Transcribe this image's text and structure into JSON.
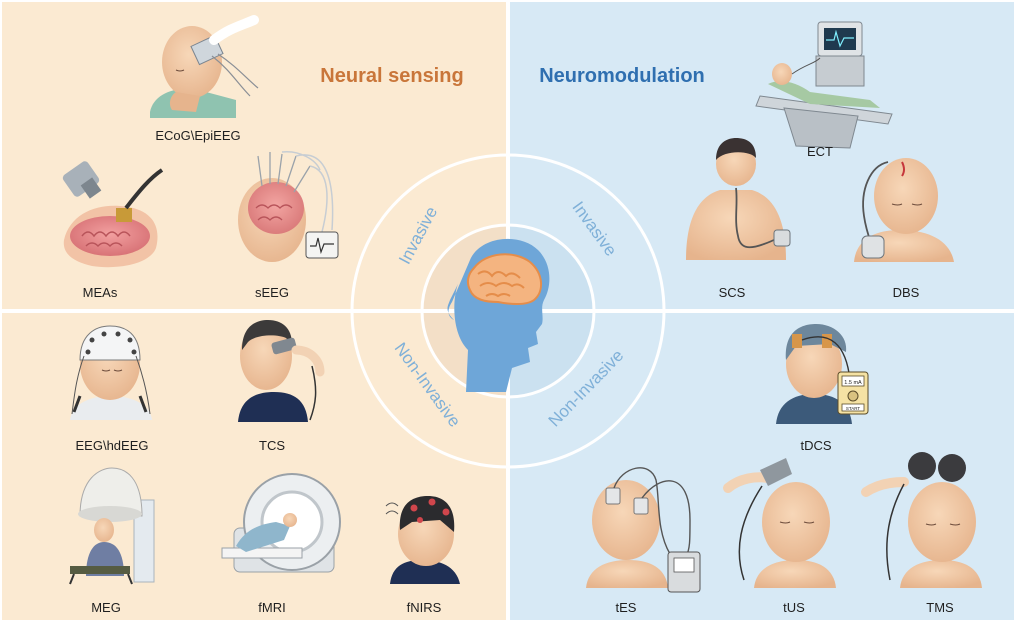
{
  "colors": {
    "sensing_bg": "#fbead2",
    "modulation_bg": "#d7e9f5",
    "sensing_title": "#c9763a",
    "modulation_title": "#2f6fb0",
    "ring_text": "#7fb0d8",
    "divider": "#ffffff"
  },
  "sections": {
    "sensing_title": "Neural sensing",
    "modulation_title": "Neuromodulation"
  },
  "center": {
    "top_left": "Invasive",
    "top_right": "Invasive",
    "bottom_left": "Non-Invasive",
    "bottom_right": "Non-Invasive",
    "icon": "brain-head-icon"
  },
  "methods": {
    "ecog": "ECoG\\EpiEEG",
    "meas": "MEAs",
    "seeg": "sEEG",
    "eeg": "EEG\\hdEEG",
    "tcs": "TCS",
    "meg": "MEG",
    "fmri": "fMRI",
    "fnirs": "fNIRS",
    "ect": "ECT",
    "scs": "SCS",
    "dbs": "DBS",
    "tdcs": "tDCS",
    "tes": "tES",
    "tus": "tUS",
    "tms": "TMS"
  },
  "devices": {
    "tdcs_readout": "1.5 mA",
    "tdcs_button": "START"
  }
}
